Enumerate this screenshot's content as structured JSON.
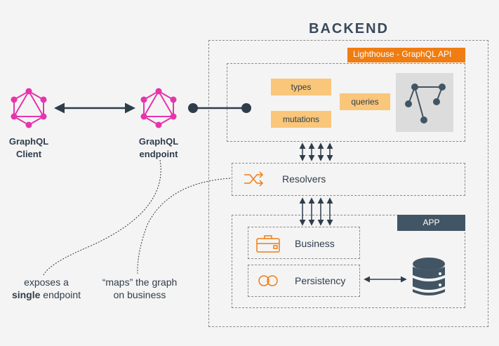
{
  "backend": {
    "title": "BACKEND"
  },
  "lighthouse": {
    "label": "Lighthouse - GraphQL API"
  },
  "schema": {
    "types": "types",
    "mutations": "mutations",
    "queries": "queries"
  },
  "resolvers": {
    "label": "Resolvers"
  },
  "app": {
    "label": "APP",
    "business": "Business",
    "persistency": "Persistency"
  },
  "client": {
    "line1": "GraphQL",
    "line2": "Client"
  },
  "endpoint": {
    "line1": "GraphQL",
    "line2": "endpoint"
  },
  "note_endpoint": {
    "line1": "exposes a",
    "bold": "single",
    "rest": " endpoint"
  },
  "note_maps": {
    "line1": "“maps” the graph",
    "line2": "on business"
  },
  "colors": {
    "graphql": "#e535ab",
    "accent": "#f07d12",
    "dark": "#425564",
    "chip": "#f9c67a"
  }
}
